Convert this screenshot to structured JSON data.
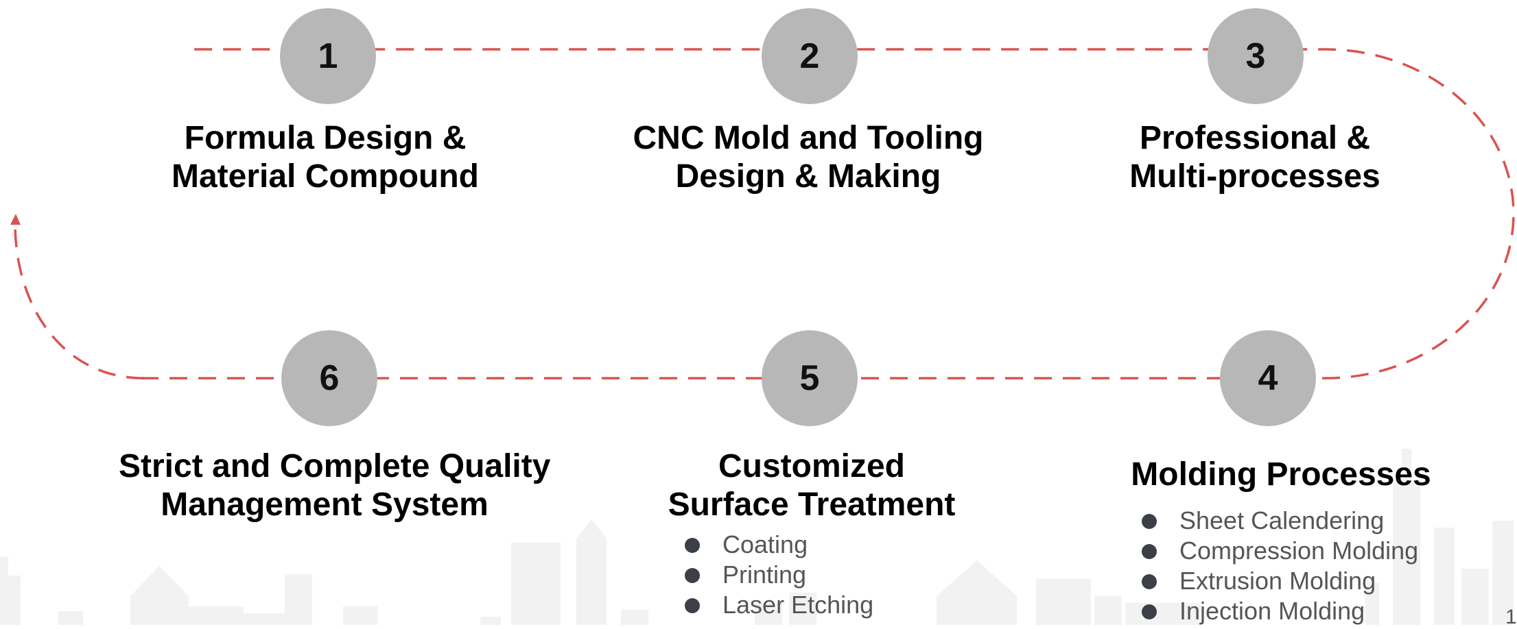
{
  "steps": [
    {
      "number": "1",
      "title_lines": [
        "Formula Design &",
        "Material Compound"
      ]
    },
    {
      "number": "2",
      "title_lines": [
        "CNC Mold and Tooling",
        "Design & Making"
      ]
    },
    {
      "number": "3",
      "title_lines": [
        "Professional &",
        "Multi-processes"
      ]
    },
    {
      "number": "4",
      "title_lines": [
        "Molding Processes"
      ],
      "bullets": [
        "Sheet Calendering",
        "Compression Molding",
        "Extrusion Molding",
        "Injection Molding"
      ]
    },
    {
      "number": "5",
      "title_lines": [
        "Customized",
        "Surface Treatment"
      ],
      "bullets": [
        "Coating",
        "Printing",
        "Laser Etching"
      ]
    },
    {
      "number": "6",
      "title_lines": [
        "Strict and Complete Quality",
        "Management System"
      ]
    }
  ],
  "page_number": "1",
  "colors": {
    "path": "#d9534f",
    "circle": "#b7b7b7",
    "bullet": "#3c3f47",
    "bullet_text": "#555555"
  }
}
